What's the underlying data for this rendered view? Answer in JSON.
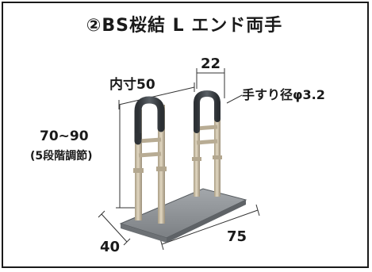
{
  "title": "②BS桜結 L エンド両手",
  "dimensions": {
    "inner_width": "内寸50",
    "handrail_gap": "22",
    "grip_diameter": "手すり径φ3.2",
    "height_range": "70~90",
    "height_note": "(5段階調節)",
    "depth": "40",
    "length": "75"
  },
  "colors": {
    "frame_border": "#1a1a1a",
    "pole": "#cbbfa6",
    "grip": "#3f4449",
    "base": "#8f9397",
    "dimension_line": "#333333"
  }
}
